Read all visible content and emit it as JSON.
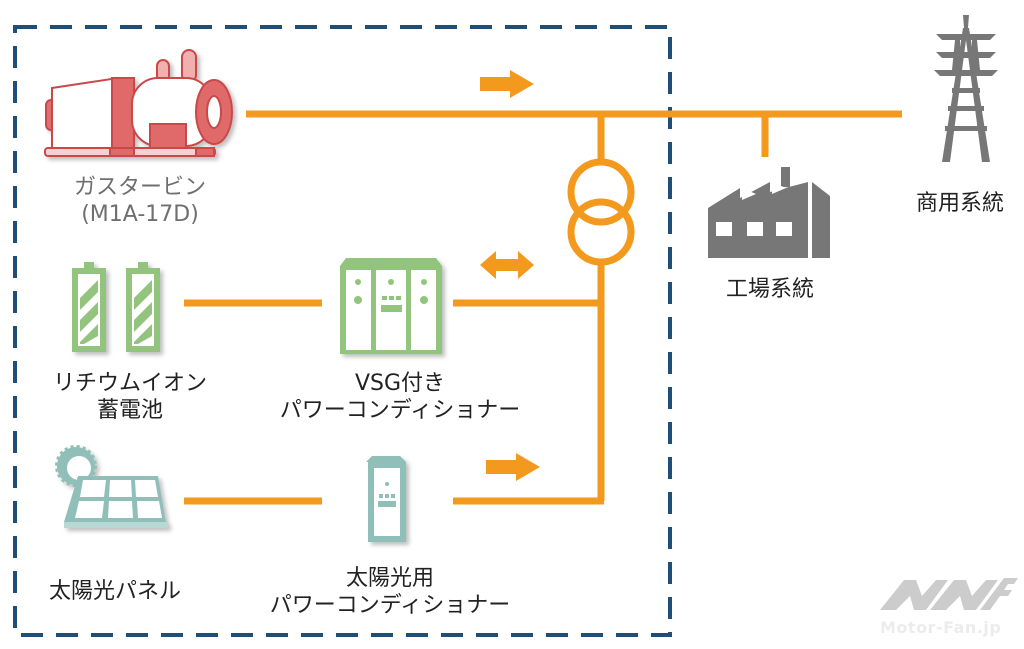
{
  "colors": {
    "line": "#f39a1e",
    "boundary": "#1f4e79",
    "gas_turbine": "#e06a6a",
    "battery": "#93c47d",
    "solar": "#8fbfb8",
    "grid": "#777777",
    "logo": "#cccccc"
  },
  "nodes": {
    "gas_turbine": {
      "label_line1": "ガスタービン",
      "label_line2": "(M1A-17D)",
      "icon": "gas-turbine-icon"
    },
    "battery": {
      "label_line1": "リチウムイオン",
      "label_line2": "蓄電池",
      "icon": "battery-icon"
    },
    "vsg_pcs": {
      "label_line1": "VSG付き",
      "label_line2": "パワーコンディショナー",
      "icon": "power-conditioner-icon"
    },
    "solar_panel": {
      "label_line1": "太陽光パネル",
      "icon": "solar-panel-icon"
    },
    "solar_pcs": {
      "label_line1": "太陽光用",
      "label_line2": "パワーコンディショナー",
      "icon": "power-conditioner-icon"
    },
    "factory": {
      "label_line1": "工場系統",
      "icon": "factory-icon"
    },
    "utility_grid": {
      "label_line1": "商用系統",
      "icon": "transmission-tower-icon"
    },
    "transformer": {
      "icon": "transformer-icon"
    }
  },
  "arrows": [
    {
      "id": "gas-turbine-flow",
      "direction": "right"
    },
    {
      "id": "battery-flow",
      "direction": "bidirectional"
    },
    {
      "id": "solar-flow",
      "direction": "right"
    }
  ],
  "watermark": {
    "text": "Motor-Fan.jp"
  }
}
